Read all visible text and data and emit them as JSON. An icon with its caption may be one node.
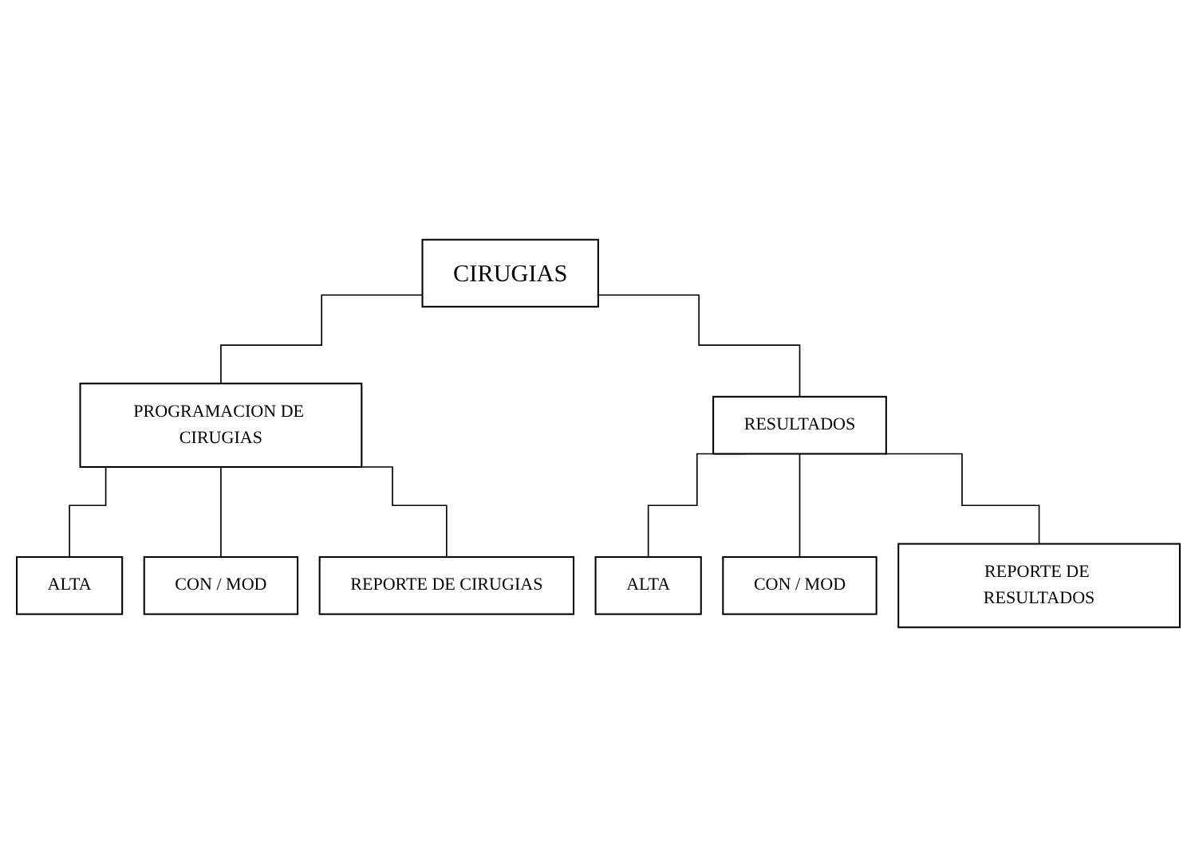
{
  "diagram": {
    "nodes": [
      {
        "text": [
          "CIRUGIAS"
        ]
      },
      {
        "text": [
          "PROGRAMACION DE CIRUGIAS"
        ]
      },
      {
        "text": [
          "RESULTADOS"
        ]
      },
      {
        "text": [
          "ALTA"
        ]
      },
      {
        "text": [
          "CON / MOD"
        ]
      },
      {
        "text": [
          "REPORTE DE CIRUGIAS"
        ]
      },
      {
        "text": [
          "ALTA"
        ]
      },
      {
        "text": [
          "CON / MOD"
        ]
      },
      {
        "text": [
          "REPORTE DE RESULTADOS"
        ]
      }
    ],
    "edges": [
      {
        "from": 0,
        "to": 1,
        "arrow": "none"
      },
      {
        "from": 0,
        "to": 2,
        "arrow": "none"
      },
      {
        "from": 1,
        "to": 3,
        "arrow": "none"
      },
      {
        "from": 1,
        "to": 4,
        "arrow": "none"
      },
      {
        "from": 1,
        "to": 5,
        "arrow": "none"
      },
      {
        "from": 2,
        "to": 6,
        "arrow": "none"
      },
      {
        "from": 2,
        "to": 7,
        "arrow": "none"
      },
      {
        "from": 2,
        "to": 8,
        "arrow": "none"
      }
    ]
  }
}
